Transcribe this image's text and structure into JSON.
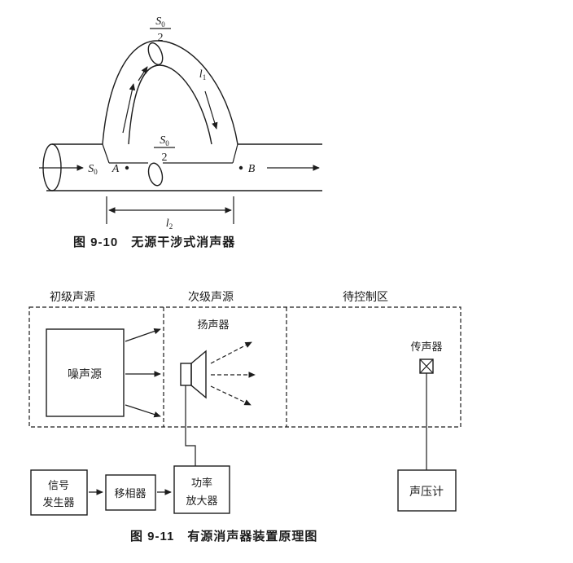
{
  "fig_9_10": {
    "caption": "图 9-10　无源干涉式消声器",
    "top_fraction": {
      "numerator_base": "S",
      "numerator_sub": "0",
      "denominator": "2"
    },
    "mid_fraction": {
      "numerator_base": "S",
      "numerator_sub": "0",
      "denominator": "2"
    },
    "inlet_label": {
      "base": "S",
      "sub": "0"
    },
    "path_label": {
      "base": "l",
      "sub": "1"
    },
    "length_label": {
      "base": "l",
      "sub": "2"
    },
    "point_a": "A",
    "point_b": "B"
  },
  "fig_9_11": {
    "caption": "图 9-11　有源消声器装置原理图",
    "regions": {
      "primary": "初级声源",
      "secondary": "次级声源",
      "control": "待控制区"
    },
    "noise_source": "噪声源",
    "speaker": "扬声器",
    "microphone": "传声器",
    "signal_generator": {
      "line1": "信号",
      "line2": "发生器"
    },
    "phase_shifter": "移相器",
    "power_amplifier": {
      "line1": "功率",
      "line2": "放大器"
    },
    "spl_meter": "声压计"
  }
}
